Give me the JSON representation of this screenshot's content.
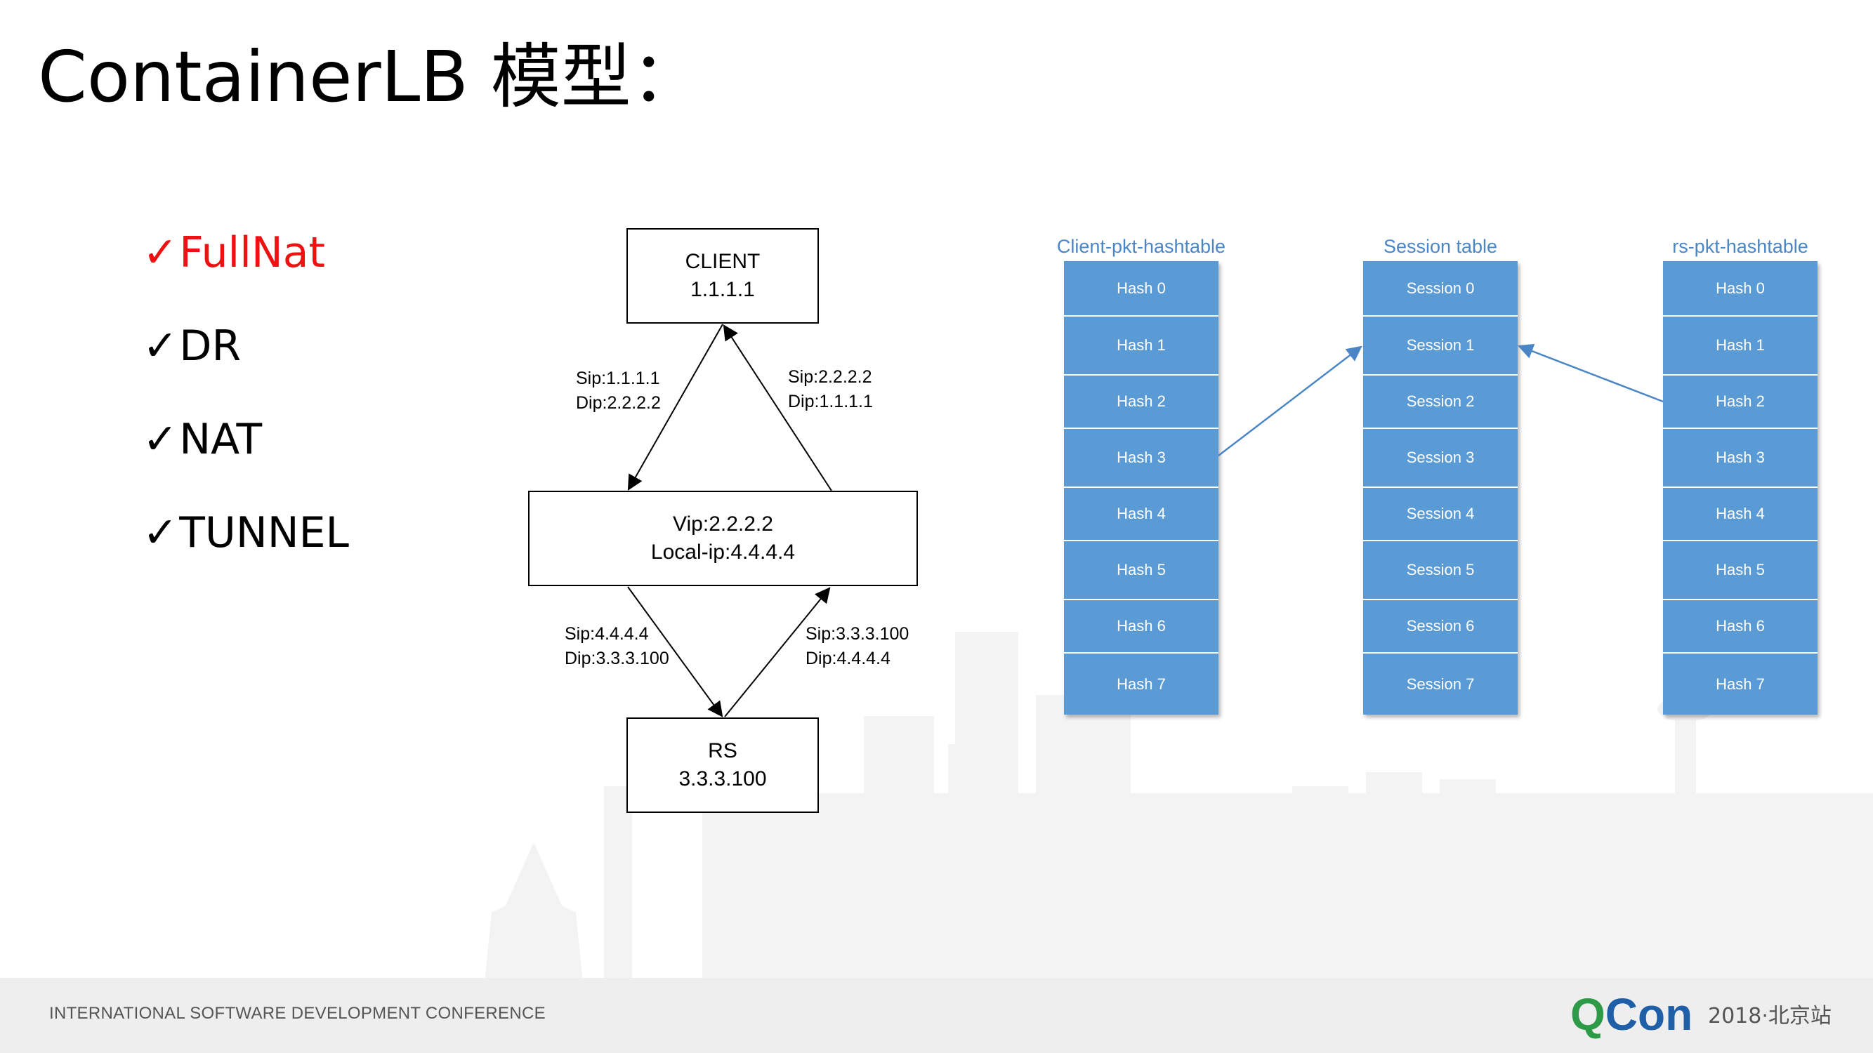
{
  "slide": {
    "title": "ContainerLB 模型：",
    "modes": [
      {
        "label": "FullNat",
        "color": "#ee1111"
      },
      {
        "label": "DR",
        "color": "#000000"
      },
      {
        "label": "NAT",
        "color": "#000000"
      },
      {
        "label": "TUNNEL",
        "color": "#000000"
      }
    ],
    "check_glyph": "✓"
  },
  "flow": {
    "client": {
      "line1": "CLIENT",
      "line2": "1.1.1.1"
    },
    "lb": {
      "line1": "Vip:2.2.2.2",
      "line2": "Local-ip:4.4.4.4"
    },
    "rs": {
      "line1": "RS",
      "line2": "3.3.3.100"
    },
    "labels": {
      "client_to_lb": {
        "sip": "Sip:1.1.1.1",
        "dip": "Dip:2.2.2.2"
      },
      "lb_to_client": {
        "sip": "Sip:2.2.2.2",
        "dip": "Dip:1.1.1.1"
      },
      "lb_to_rs": {
        "sip": "Sip:4.4.4.4",
        "dip": "Dip:3.3.3.100"
      },
      "rs_to_lb": {
        "sip": "Sip:3.3.3.100",
        "dip": "Dip:4.4.4.4"
      }
    }
  },
  "tables": {
    "client": {
      "title": "Client-pkt-hashtable",
      "cells": [
        "Hash 0",
        "Hash 1",
        "Hash 2",
        "Hash 3",
        "Hash 4",
        "Hash 5",
        "Hash 6",
        "Hash 7"
      ]
    },
    "session": {
      "title": "Session table",
      "cells": [
        "Session 0",
        "Session 1",
        "Session 2",
        "Session 3",
        "Session 4",
        "Session 5",
        "Session 6",
        "Session 7"
      ]
    },
    "rs": {
      "title": "rs-pkt-hashtable",
      "cells": [
        "Hash 0",
        "Hash 1",
        "Hash 2",
        "Hash 3",
        "Hash 4",
        "Hash 5",
        "Hash 6",
        "Hash 7"
      ]
    }
  },
  "footer": {
    "conference": "INTERNATIONAL SOFTWARE DEVELOPMENT CONFERENCE",
    "logo_q": "Q",
    "logo_con": "Con",
    "logo_sub": "2018·北京站"
  },
  "colors": {
    "accent_red": "#ee1111",
    "table_blue": "#5b9bd5",
    "table_title": "#4a86c5",
    "link_arrow": "#4a86c5"
  }
}
